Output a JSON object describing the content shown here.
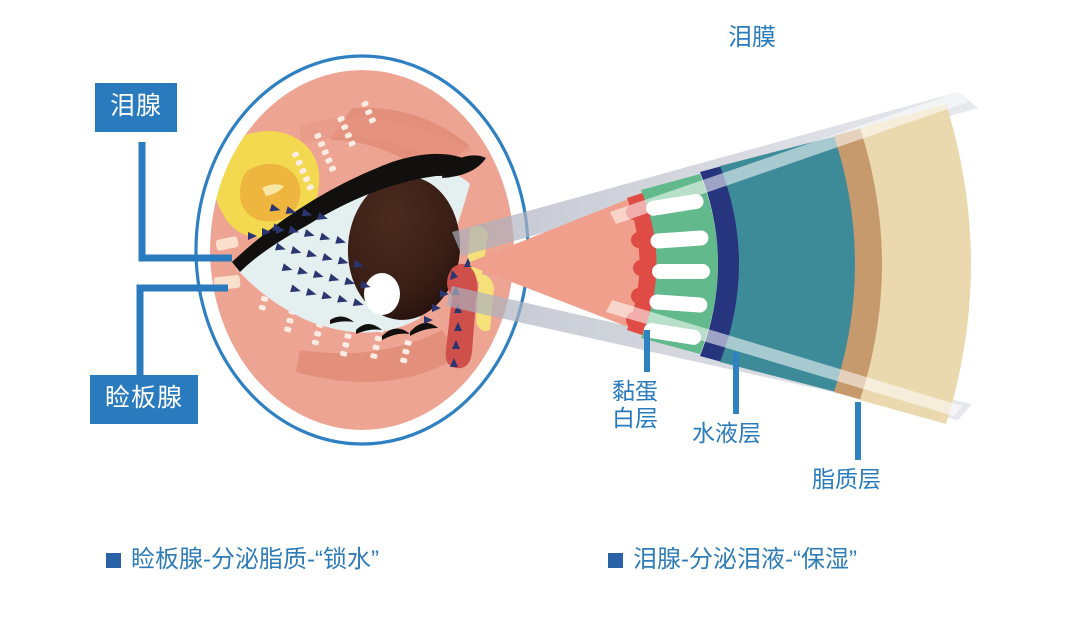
{
  "diagram": {
    "title_label": "泪膜",
    "callouts": [
      {
        "id": "lacrimal-gland",
        "label": "泪腺",
        "style": "badge"
      },
      {
        "id": "meibomian-gland",
        "label": "睑板腺",
        "style": "badge"
      }
    ],
    "layer_labels": [
      {
        "id": "mucin-layer",
        "label_line1": "黏蛋",
        "label_line2": "白层",
        "label": "黏蛋白层"
      },
      {
        "id": "aqueous-layer",
        "label": "水液层"
      },
      {
        "id": "lipid-layer",
        "label": "脂质层"
      }
    ],
    "captions": [
      {
        "id": "caption-meibomian",
        "text": "睑板腺-分泌脂质-“锁水”"
      },
      {
        "id": "caption-lacrimal",
        "text": "泪腺-分泌泪液-“保湿”"
      }
    ],
    "colors": {
      "brand_blue": "#2a7bbd",
      "badge_blue": "#2a7bbd",
      "caption_blue": "#2f7cb6",
      "caption_square": "#2a62a8",
      "eye_ring": "#2f80c2",
      "eyelid_skin": "#eda493",
      "eyelid_skin_dark": "#e28f7c",
      "sclera": "#e4eff0",
      "iris": "#3f2219",
      "lash_black": "#12100f",
      "lacrimal_gland_outer": "#f3d94f",
      "lacrimal_gland_inner": "#efb63f",
      "duct_red": "#cf4f4b",
      "duct_yellow": "#f6e07a",
      "arrow_navy": "#2b3570",
      "mucin_red": "#df4b45",
      "microvilli_green": "#62b98b",
      "navy_band": "#27357e",
      "aqueous_teal": "#3d8b99",
      "tan_band": "#c79a6d",
      "lipid_cream": "#ead9ae",
      "cone_salmon": "#ef9f8b",
      "cone_glass": "#b9bdc9"
    }
  }
}
